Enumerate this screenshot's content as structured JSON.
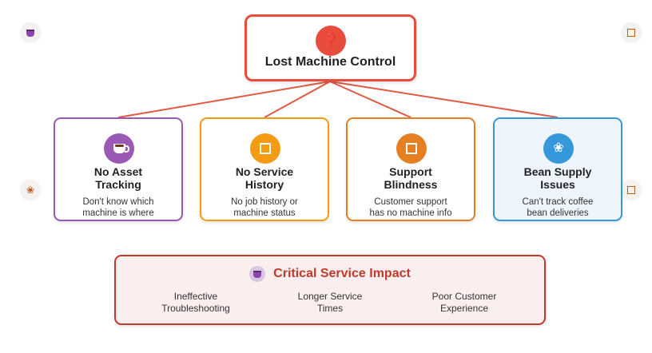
{
  "root": {
    "title": "Lost Machine Control",
    "icon": "map-pin-icon",
    "color": "#e74c3c"
  },
  "cards": [
    {
      "id": "asset",
      "title_line1": "No Asset",
      "title_line2": "Tracking",
      "desc_line1": "Don't know which",
      "desc_line2": "machine is where",
      "icon": "coffee-cup-icon",
      "color": "#9b59b6"
    },
    {
      "id": "service",
      "title_line1": "No Service",
      "title_line2": "History",
      "desc_line1": "No job history or",
      "desc_line2": "machine status",
      "icon": "square-icon",
      "color": "#f39c12"
    },
    {
      "id": "support",
      "title_line1": "Support",
      "title_line2": "Blindness",
      "desc_line1": "Customer support",
      "desc_line2": "has no machine info",
      "icon": "square-icon",
      "color": "#e67e22"
    },
    {
      "id": "bean",
      "title_line1": "Bean Supply",
      "title_line2": "Issues",
      "desc_line1": "Can't track coffee",
      "desc_line2": "bean deliveries",
      "icon": "coffee-beans-icon",
      "color": "#3498db"
    }
  ],
  "impact": {
    "title": "Critical Service Impact",
    "icon": "coffee-cup-icon",
    "color": "#c0392b",
    "items": [
      {
        "line1": "Ineffective",
        "line2": "Troubleshooting"
      },
      {
        "line1": "Longer Service",
        "line2": "Times"
      },
      {
        "line1": "Poor Customer",
        "line2": "Experience"
      }
    ]
  },
  "decorations": {
    "top_left": "coffee-cup-icon",
    "top_right": "box-icon",
    "middle_left": "coffee-beans-icon",
    "middle_right": "box-icon"
  },
  "connector_color": "#e05a44"
}
